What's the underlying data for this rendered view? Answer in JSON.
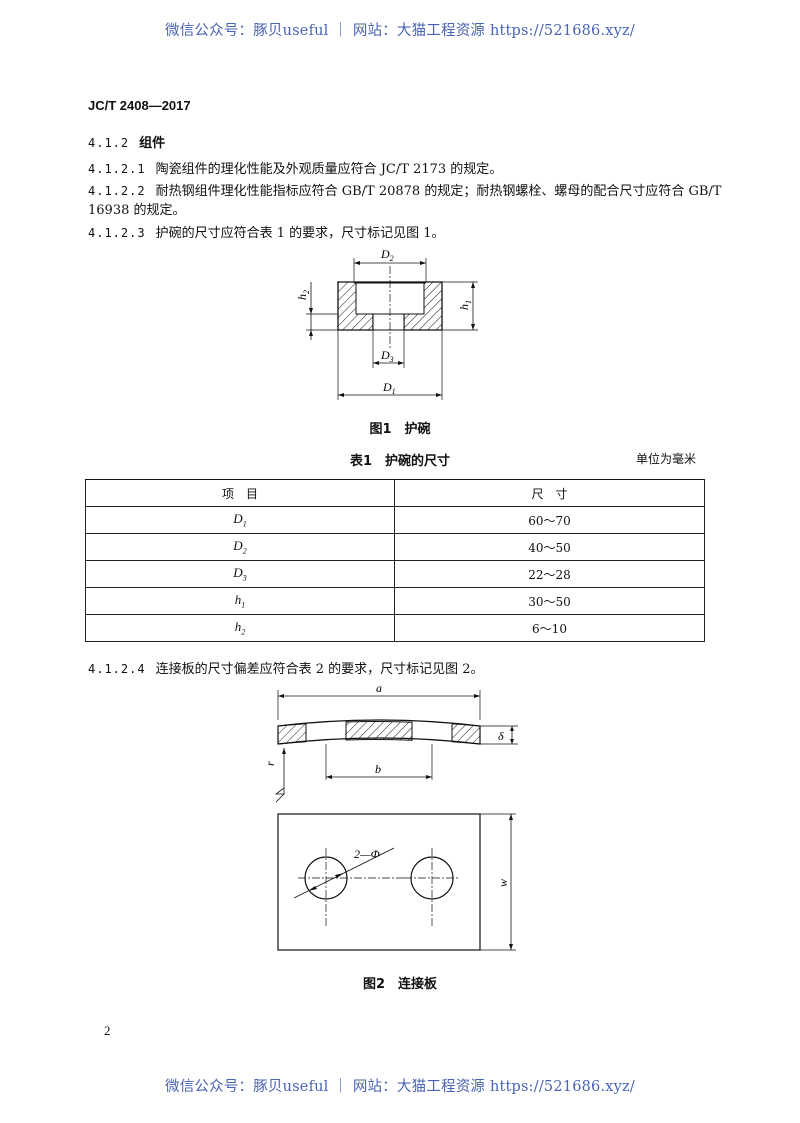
{
  "watermark_top": "微信公众号：豚贝useful ｜ 网站：大猫工程资源 https://521686.xyz/",
  "watermark_bottom": "微信公众号：豚贝useful ｜ 网站：大猫工程资源 https://521686.xyz/",
  "doc_id": "JC/T 2408—2017",
  "section": {
    "num": "4.1.2",
    "title": "组件"
  },
  "paras": {
    "p1_num": "4.1.2.1",
    "p1_text": "陶瓷组件的理化性能及外观质量应符合 JC/T 2173 的规定。",
    "p2_num": "4.1.2.2",
    "p2_text_line1": "耐热钢组件理化性能指标应符合 GB/T 20878 的规定；耐热钢螺栓、螺母的配合尺寸应符合 GB/T",
    "p2_text_line2": "16938 的规定。",
    "p3_num": "4.1.2.3",
    "p3_text": "护碗的尺寸应符合表 1 的要求，尺寸标记见图 1。",
    "p4_num": "4.1.2.4",
    "p4_text": "连接板的尺寸偏差应符合表 2 的要求，尺寸标记见图 2。"
  },
  "fig1": {
    "caption": "图1　护碗",
    "labels": {
      "D2": "D",
      "D2_sub": "2",
      "D3": "D",
      "D3_sub": "3",
      "D1": "D",
      "D1_sub": "1",
      "h1": "h",
      "h1_sub": "1",
      "h2": "h",
      "h2_sub": "2"
    }
  },
  "table1": {
    "title": "表1　护碗的尺寸",
    "unit": "单位为毫米",
    "headers": [
      "项　目",
      "尺　寸"
    ],
    "rows": [
      {
        "item": "D",
        "sub": "1",
        "size": "60～70"
      },
      {
        "item": "D",
        "sub": "2",
        "size": "40～50"
      },
      {
        "item": "D",
        "sub": "3",
        "size": "22～28"
      },
      {
        "item": "h",
        "sub": "1",
        "size": "30～50"
      },
      {
        "item": "h",
        "sub": "2",
        "size": "6～10"
      }
    ]
  },
  "fig2": {
    "caption": "图2　连接板",
    "labels": {
      "a": "a",
      "b": "b",
      "delta": "δ",
      "r": "r",
      "w": "w",
      "phi": "2—Φ"
    }
  },
  "page_number": "2"
}
